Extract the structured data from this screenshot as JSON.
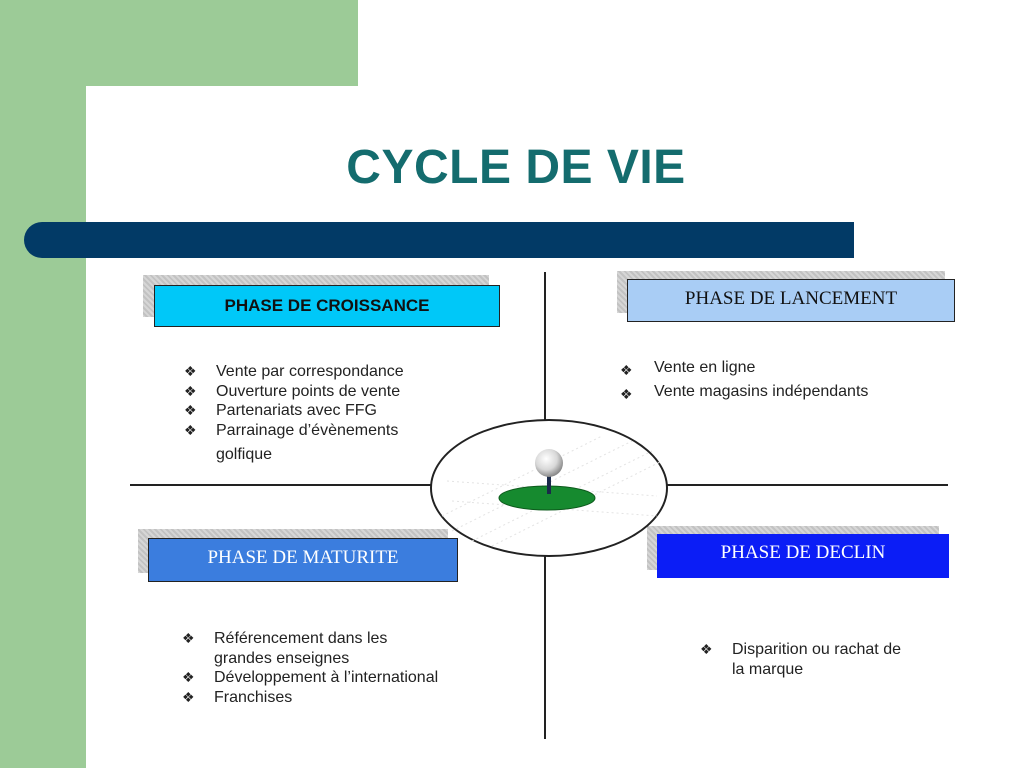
{
  "slide": {
    "title": "CYCLE DE VIE"
  },
  "quadrants": {
    "croissance": {
      "heading": "PHASE DE CROISSANCE",
      "items": [
        "Vente par correspondance",
        "Ouverture points de vente",
        "Partenariats avec FFG",
        "Parrainage d’évènements",
        "golfique"
      ]
    },
    "lancement": {
      "heading": "PHASE DE LANCEMENT",
      "items": [
        "Vente en ligne",
        "Vente magasins indépendants"
      ]
    },
    "maturite": {
      "heading": "PHASE DE MATURITE",
      "items": [
        "Référencement dans les",
        "grandes enseignes",
        "Développement à l’international",
        "Franchises"
      ]
    },
    "declin": {
      "heading": "PHASE DE DECLIN",
      "items": [
        "Disparition ou rachat de",
        "la marque"
      ]
    }
  },
  "bullet_glyph": "❖",
  "center_graphic": {
    "icon": "golf-ball-on-tee-icon"
  },
  "colors": {
    "background_green": "#9ccb97",
    "title": "#146c6e",
    "bar": "#023a66",
    "croissance_box": "#00c8f8",
    "lancement_box": "#a9cdf5",
    "maturite_box": "#3b7dde",
    "declin_box": "#0b1df6"
  }
}
